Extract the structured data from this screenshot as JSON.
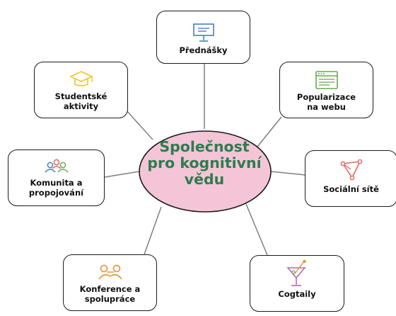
{
  "colors": {
    "center_fill": "#f4c4d7",
    "center_text": "#2b7d4f",
    "connector": "#7f7f7f"
  },
  "center": {
    "label": "Společnost\npro kognitivní\nvědu"
  },
  "nodes": [
    {
      "id": "prednasky",
      "label": "Přednášky",
      "icon": "presentation-board-icon",
      "icon_color": "#4a7fc1"
    },
    {
      "id": "popularizace",
      "label": "Popularizace\nna webu",
      "icon": "browser-window-icon",
      "icon_color": "#6aa84f"
    },
    {
      "id": "socialni-site",
      "label": "Sociální sítě",
      "icon": "network-triangle-icon",
      "icon_color": "#e06666"
    },
    {
      "id": "cogtaily",
      "label": "Cogtaily",
      "icon": "cocktail-glass-icon",
      "icon_color": "#b06bb0"
    },
    {
      "id": "konference",
      "label": "Konference a\nspolupráce",
      "icon": "linked-people-icon",
      "icon_color": "#e69138"
    },
    {
      "id": "komunita",
      "label": "Komunita a\npropojování",
      "icon": "people-group-icon",
      "icon_color": "#4a7fc1"
    },
    {
      "id": "studentske",
      "label": "Studentské\naktivity",
      "icon": "graduation-cap-icon",
      "icon_color": "#f1c232"
    }
  ]
}
